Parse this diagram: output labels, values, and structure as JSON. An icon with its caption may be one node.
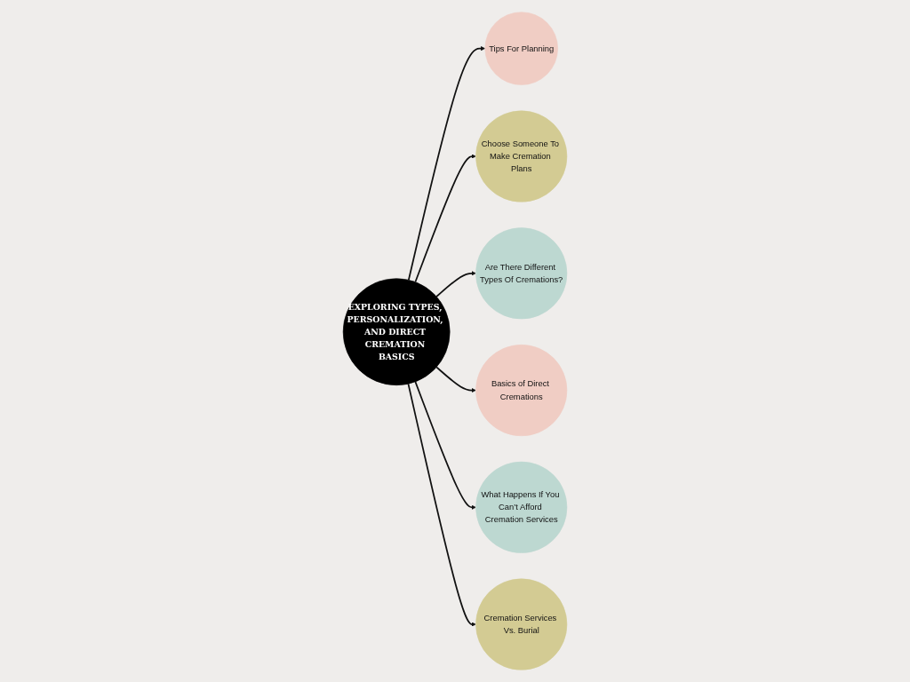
{
  "diagram": {
    "nodes": [
      {
        "text": [
          "EXPLORING TYPES, PERSONALIZATION, AND DIRECT CREMATION BASICS"
        ]
      },
      {
        "text": [
          "Tips For Planning"
        ]
      },
      {
        "text": [
          "Choose Someone To Make Cremation Plans"
        ]
      },
      {
        "text": [
          "Are There Different Types Of Cremations?"
        ]
      },
      {
        "text": [
          "Basics of Direct Cremations"
        ]
      },
      {
        "text": [
          "What Happens If You Can’t Afford Cremation Services"
        ]
      },
      {
        "text": [
          "Cremation Services Vs. Burial"
        ]
      }
    ],
    "edges": [
      {
        "from": 0,
        "to": 1,
        "arrow": "to"
      },
      {
        "from": 0,
        "to": 2,
        "arrow": "to"
      },
      {
        "from": 0,
        "to": 3,
        "arrow": "to"
      },
      {
        "from": 0,
        "to": 4,
        "arrow": "to"
      },
      {
        "from": 0,
        "to": 5,
        "arrow": "to"
      },
      {
        "from": 0,
        "to": 6,
        "arrow": "to"
      }
    ]
  }
}
